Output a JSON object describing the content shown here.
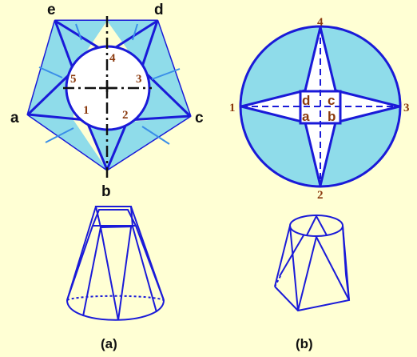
{
  "colors": {
    "background": "#ffffd4",
    "line": "#1a1ad8",
    "fill": "#8fdcea",
    "label_brown": "#8b3a0e",
    "label_black": "#111111",
    "hole": "#ffffff"
  },
  "panel_a": {
    "vertex_labels": {
      "a": "a",
      "b": "b",
      "c": "c",
      "d": "d",
      "e": "e"
    },
    "point_labels": {
      "p1": "1",
      "p2": "2",
      "p3": "3",
      "p4": "4",
      "p5": "5"
    },
    "caption": "(a)"
  },
  "panel_b": {
    "point_labels": {
      "p1": "1",
      "p2": "2",
      "p3": "3",
      "p4": "4"
    },
    "inner_labels": {
      "a": "a",
      "b": "b",
      "c": "c",
      "d": "d"
    },
    "caption": "(b)"
  }
}
